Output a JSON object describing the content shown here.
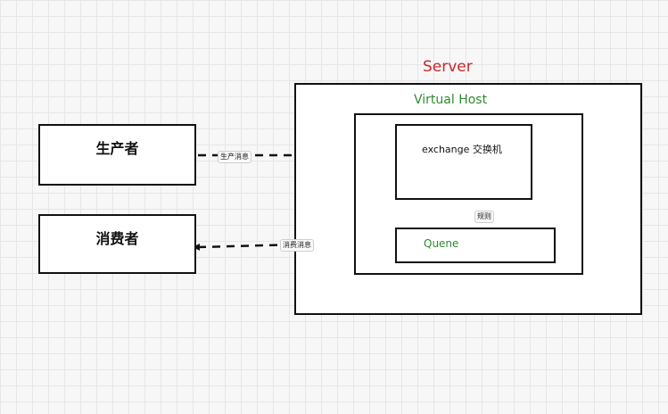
{
  "server": {
    "title": "Server"
  },
  "virtual_host": {
    "title": "Virtual Host"
  },
  "producer": {
    "label": "生产者"
  },
  "consumer": {
    "label": "消费者"
  },
  "exchange": {
    "label": "exchange 交换机"
  },
  "queue": {
    "label": "Quene"
  },
  "edges": {
    "produce_message": "生产消息",
    "consume_message": "消费消息",
    "binding_rule": "规则"
  },
  "colors": {
    "server_title": "#c62828",
    "virtual_host_title": "#2e8b2e",
    "queue_label": "#2e8b2e",
    "stroke": "#111111"
  }
}
